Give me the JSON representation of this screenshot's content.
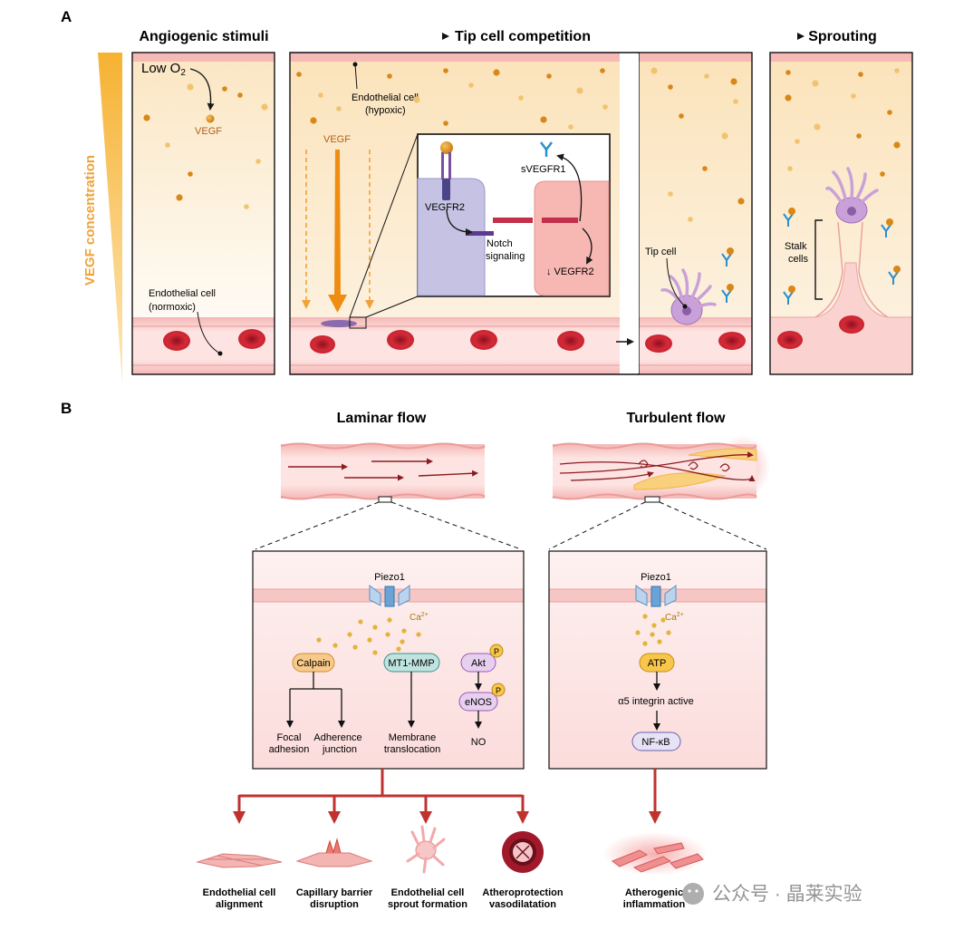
{
  "panel_a": {
    "letter": "A",
    "stage_1": "Angiogenic stimuli",
    "stage_2": "Tip cell competition",
    "stage_3": "Sprouting",
    "gradient_label": "VEGF concentration",
    "low_o2": "Low O",
    "low_o2_sub": "2",
    "vegf_1": "VEGF",
    "endo_normoxic_1": "Endothelial cell",
    "endo_normoxic_2": "(normoxic)",
    "endo_hypoxic_1": "Endothelial cell",
    "endo_hypoxic_2": "(hypoxic)",
    "vegf_2": "VEGF",
    "vegfr2": "VEGFR2",
    "svegfr1": "sVEGFR1",
    "notch_1": "Notch",
    "notch_2": "signaling",
    "down_vegfr2": "↓ VEGFR2",
    "tip_cell": "Tip cell",
    "stalk_1": "Stalk",
    "stalk_2": "cells",
    "colors": {
      "gradient": "#f5b335",
      "vessel": "#f6c9c8",
      "rbc": "#c8202f",
      "vegf": "#d98716",
      "tip": "#b78cc7"
    }
  },
  "panel_b": {
    "letter": "B",
    "laminar_title": "Laminar flow",
    "turbulent_title": "Turbulent flow",
    "piezo_l": "Piezo1",
    "ca_l": "Ca",
    "ca_sup_l": "2+",
    "calpain": "Calpain",
    "mt1mmp": "MT1-MMP",
    "akt": "Akt",
    "enos": "eNOS",
    "p1": "P",
    "p2": "P",
    "focal_1": "Focal",
    "focal_2": "adhesion",
    "adherence_1": "Adherence",
    "adherence_2": "junction",
    "membrane_1": "Membrane",
    "membrane_2": "translocation",
    "no": "NO",
    "piezo_r": "Piezo1",
    "ca_r": "Ca",
    "ca_sup_r": "2+",
    "atp": "ATP",
    "integrin": "α5 integrin active",
    "nfkb": "NF-κB",
    "outcomes": [
      {
        "l1": "Endothelial cell",
        "l2": "alignment"
      },
      {
        "l1": "Capillary barrier",
        "l2": "disruption"
      },
      {
        "l1": "Endothelial cell",
        "l2": "sprout formation"
      },
      {
        "l1": "Atheroprotection",
        "l2": "vasodilatation"
      },
      {
        "l1": "Atherogenic",
        "l2": "inflammation"
      }
    ],
    "colors": {
      "arrow": "#c0322e",
      "calpain": "#f7c98a",
      "mt1mmp": "#bfe3df",
      "enos": "#e7cff0",
      "nfkb": "#e7e3f5",
      "atp": "#f7c64a"
    }
  },
  "watermark": "公众号 · 晶莱实验"
}
